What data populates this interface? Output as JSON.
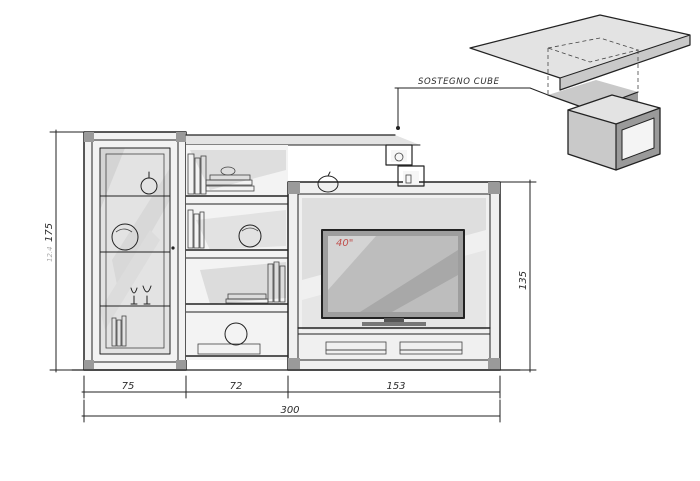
{
  "annotations": {
    "callout": "SOSTEGNO CUBE",
    "tv_size": "40\"",
    "height_left_faint": "12.4",
    "height_left": "175",
    "height_right": "135"
  },
  "dimensions": {
    "segments": [
      "75",
      "72",
      "153"
    ],
    "total": "300"
  },
  "colors": {
    "ink": "#222222",
    "shade": "#c9c9c9",
    "tv_label": "#c0504d"
  }
}
